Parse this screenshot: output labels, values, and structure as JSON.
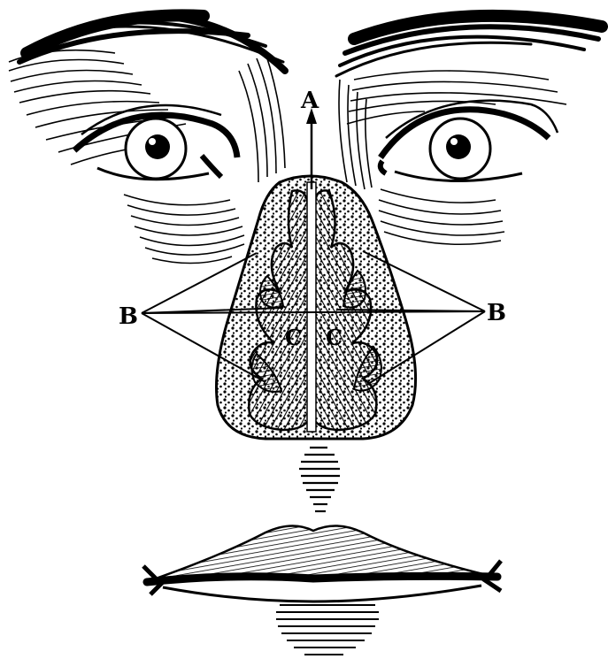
{
  "figure": {
    "labels": {
      "a": "A",
      "b_left": "B",
      "b_right": "B",
      "c_left": "C",
      "c_right": "C"
    },
    "colors": {
      "ink": "#000000",
      "paper": "#ffffff"
    }
  }
}
